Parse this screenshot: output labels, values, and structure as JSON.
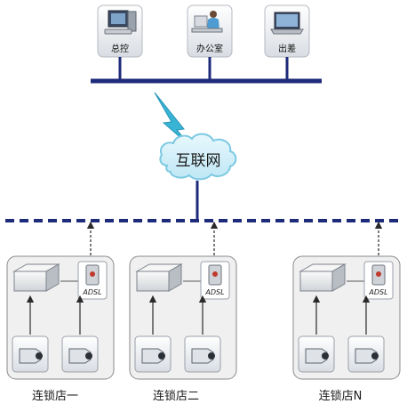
{
  "top_nodes": [
    {
      "label": "总控",
      "icon": "desktop-computer-icon"
    },
    {
      "label": "办公室",
      "icon": "office-worker-computer-icon"
    },
    {
      "label": "出差",
      "icon": "laptop-icon"
    }
  ],
  "internet": {
    "label": "互联网",
    "icon": "cloud-icon"
  },
  "stores": [
    {
      "label": "连锁店一",
      "adsl_label": "ADSL",
      "camera_count": 2
    },
    {
      "label": "连锁店二",
      "adsl_label": "ADSL",
      "camera_count": 2
    },
    {
      "label": "连锁店N",
      "adsl_label": "ADSL",
      "camera_count": 2
    }
  ],
  "colors": {
    "bus": "#1e2a7a",
    "dashed_bus": "#1e2a7a",
    "lightning": "#39b4d4",
    "cloud": "#cfeff8",
    "cloud_stroke": "#7cc9e2",
    "panel": "#f0f0f0",
    "panel_stroke": "#8a8a8a",
    "arrow": "#2a2a2a"
  }
}
